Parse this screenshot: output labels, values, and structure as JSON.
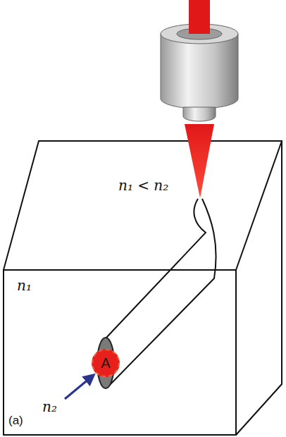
{
  "diagram": {
    "nodes": [
      {
        "text": [
          "A"
        ]
      }
    ],
    "labels": [
      "n₁ < n₂",
      "n₁",
      "n₂",
      "(a)"
    ]
  }
}
